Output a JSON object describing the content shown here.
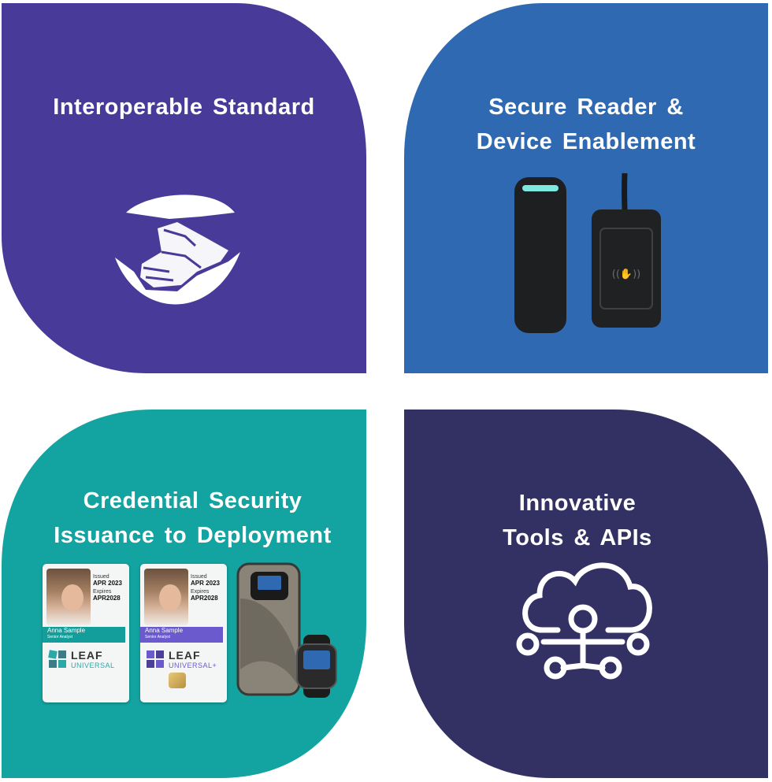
{
  "quadrants": {
    "top_left": {
      "title_line1": "Interoperable Standard",
      "color": "#483a98",
      "icon": "handshake-icon"
    },
    "top_right": {
      "title_line1": "Secure Reader &",
      "title_line2": "Device Enablement",
      "color": "#2e69b2"
    },
    "bottom_left": {
      "title_line1": "Credential Security",
      "title_line2": "Issuance to Deployment",
      "color": "#13a3a0"
    },
    "bottom_right": {
      "title_line1": "Innovative",
      "title_line2": "Tools & APIs",
      "color": "#333164",
      "icon": "cloud-network-icon"
    }
  },
  "cards": [
    {
      "issued_label": "Issued",
      "issued": "APR 2023",
      "expires_label": "Expires",
      "expires": "APR2028",
      "name": "Anna Sample",
      "role": "Senior Analyst",
      "brand": "LEAF",
      "product": "UNIVERSAL",
      "accent": "#139e9b"
    },
    {
      "issued_label": "Issued",
      "issued": "APR 2023",
      "expires_label": "Expires",
      "expires": "APR2028",
      "name": "Anna Sample",
      "role": "Senior Analyst",
      "brand": "LEAF",
      "product": "UNIVERSAL+",
      "accent": "#6a5acd"
    }
  ]
}
